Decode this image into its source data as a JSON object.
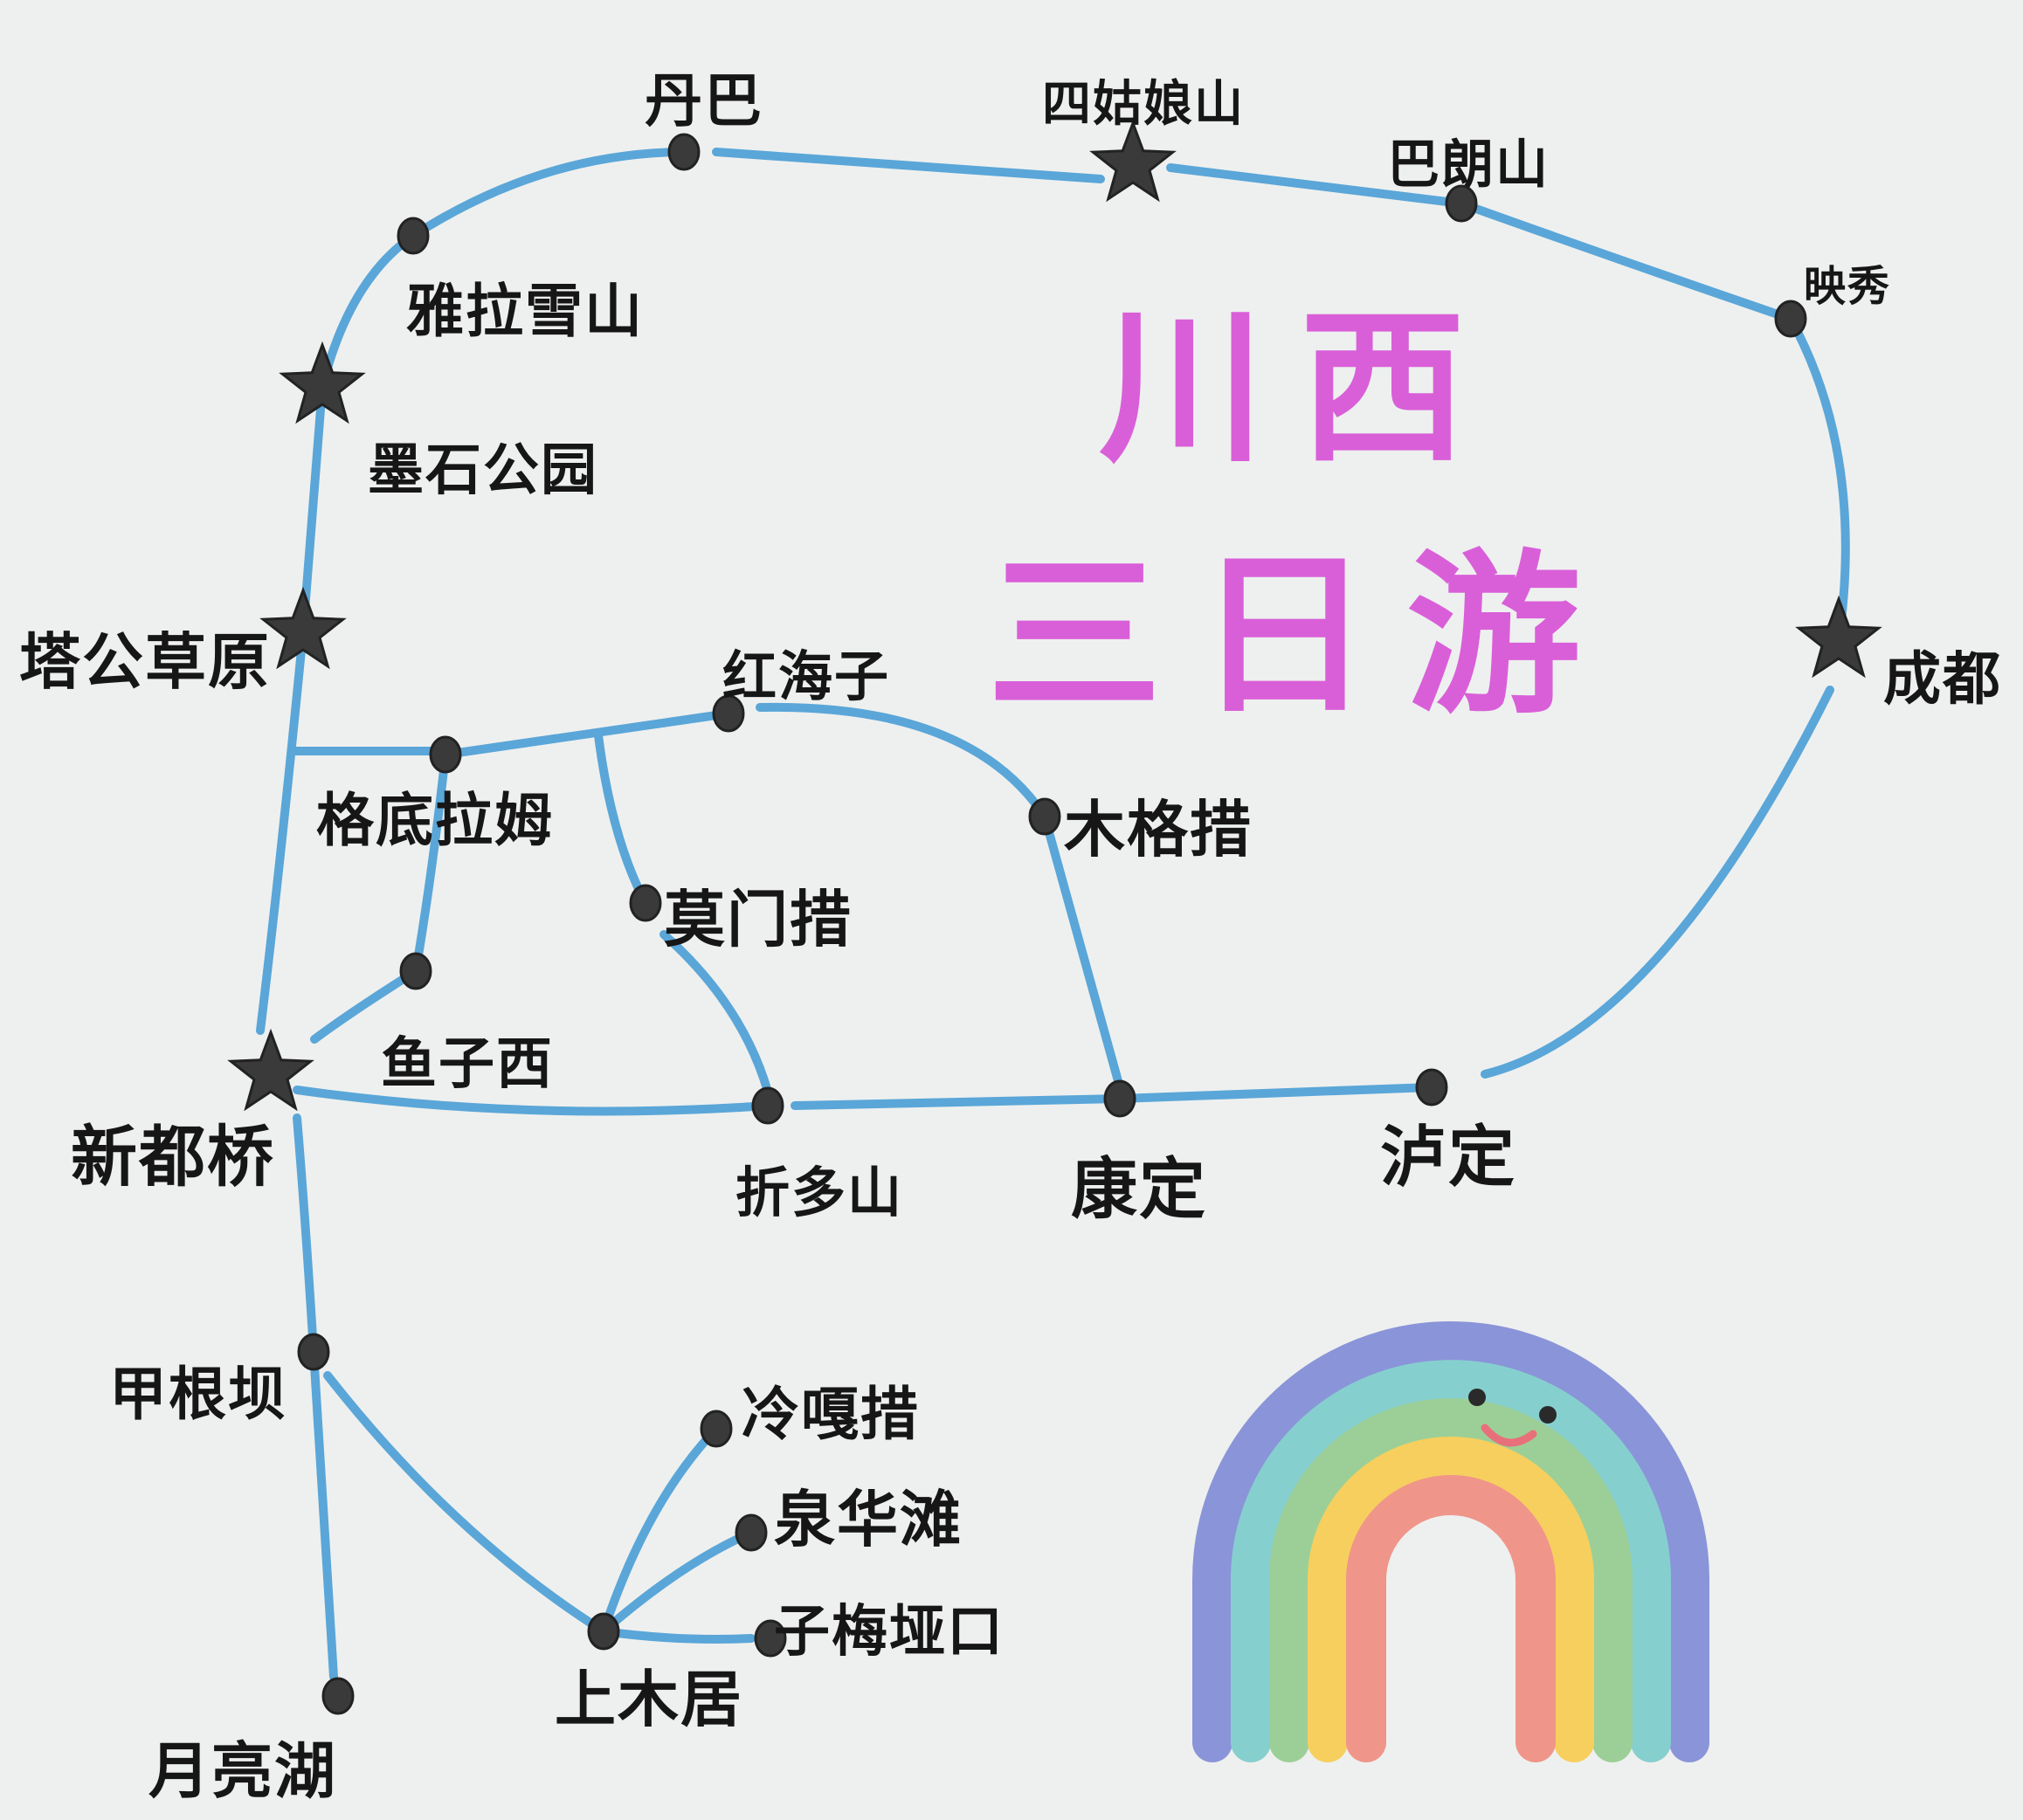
{
  "title": {
    "line1": "川西",
    "line2": "三日游",
    "color": "#d95fd8"
  },
  "route_color": "#5aa6d8",
  "places": {
    "danba": "丹巴",
    "siguniangshan": "四姑娘山",
    "balangshan": "巴朗山",
    "yingxiu": "映秀",
    "chengdu": "成都",
    "luding": "泸定",
    "kangding": "康定",
    "zheduoshan": "折多山",
    "xinduqiao": "新都桥",
    "yuzixi": "鱼子西",
    "gedilamu": "格底拉姆",
    "honghaizi": "红海子",
    "mugecuo": "木格措",
    "momencuo": "莫门措",
    "tagongcaoyuan": "塔公草原",
    "moshigongyuan": "墨石公园",
    "yalaxueshan": "雅拉雪山",
    "jiagenba": "甲根坝",
    "yuelianghu": "月亮湖",
    "shangmuju": "上木居",
    "lenggacuo": "冷嘎措",
    "quanhuatan": "泉华滩",
    "zimeiyakou": "子梅垭口"
  },
  "star_places": [
    "siguniangshan",
    "chengdu",
    "xinduqiao",
    "tagongcaoyuan",
    "moshigongyuan"
  ],
  "rainbow_colors": [
    "#8a94d8",
    "#86cfcf",
    "#9ccf97",
    "#f7cf5e",
    "#f0958a"
  ]
}
